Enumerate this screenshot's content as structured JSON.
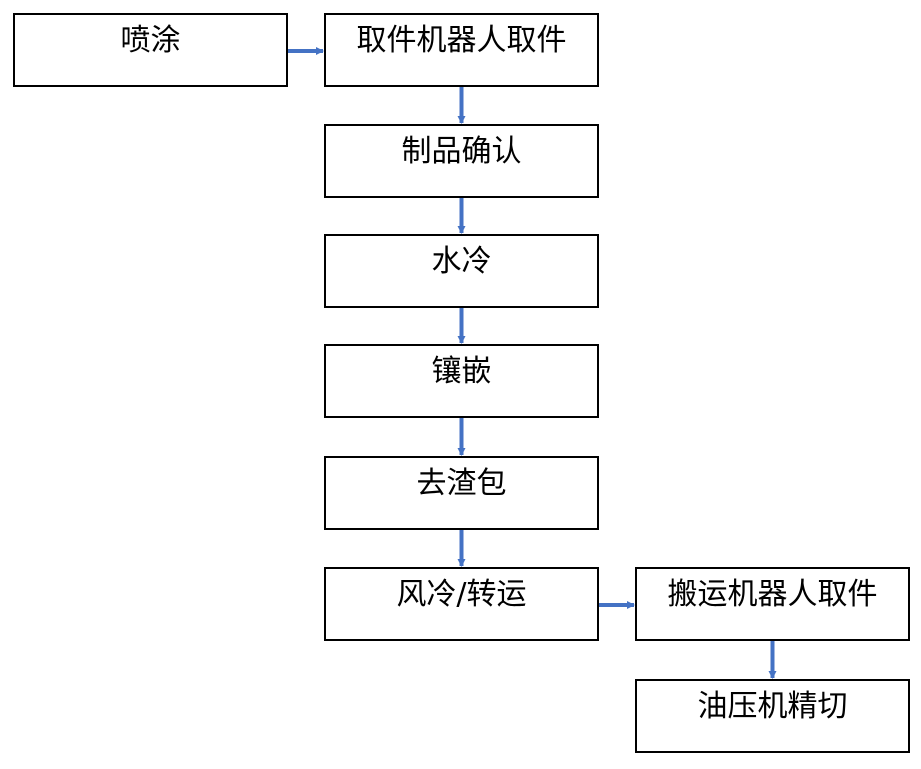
{
  "diagram": {
    "type": "flowchart",
    "colors": {
      "box_border": "#000000",
      "box_fill": "#ffffff",
      "text": "#000000",
      "arrow": "#4472C4"
    },
    "nodes": {
      "spray": "喷涂",
      "pick_robot": "取件机器人取件",
      "product_confirm": "制品确认",
      "water_cool": "水冷",
      "insert": "镶嵌",
      "deslag": "去渣包",
      "air_cool": "风冷/转运",
      "transfer_robot": "搬运机器人取件",
      "press_trim": "油压机精切"
    },
    "edges": [
      {
        "from": "spray",
        "to": "pick_robot"
      },
      {
        "from": "pick_robot",
        "to": "product_confirm"
      },
      {
        "from": "product_confirm",
        "to": "water_cool"
      },
      {
        "from": "water_cool",
        "to": "insert"
      },
      {
        "from": "insert",
        "to": "deslag"
      },
      {
        "from": "deslag",
        "to": "air_cool"
      },
      {
        "from": "air_cool",
        "to": "transfer_robot"
      },
      {
        "from": "transfer_robot",
        "to": "press_trim"
      }
    ]
  }
}
